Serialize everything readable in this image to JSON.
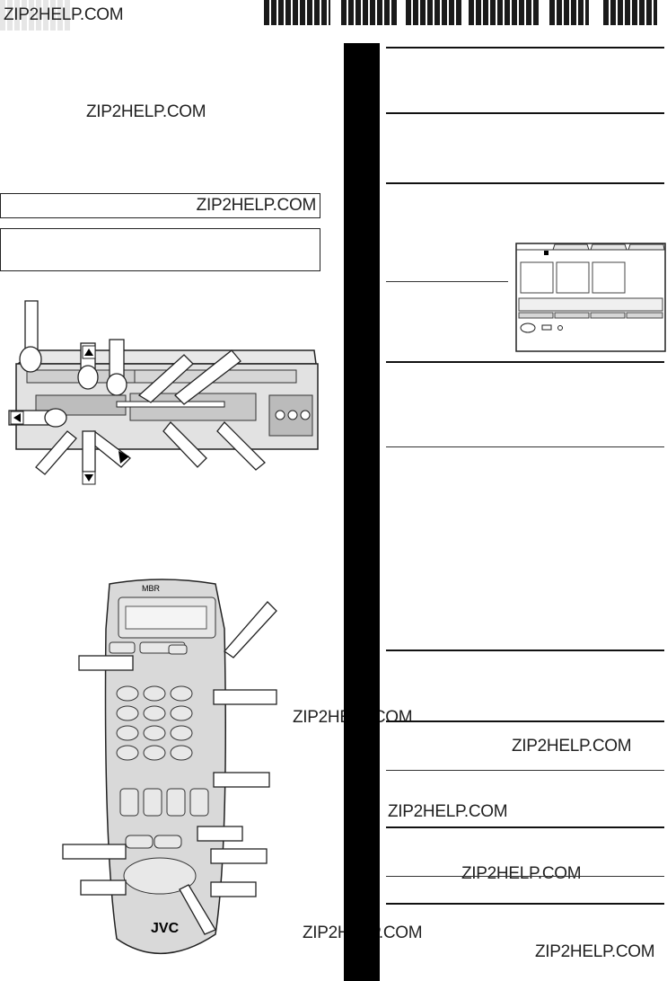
{
  "watermark": "ZIP2HELP.COM",
  "remote": {
    "model_label": "MBR",
    "brand": "JVC"
  },
  "colors": {
    "band": "#000000",
    "remote_body": "#d9d9d9",
    "topbar": "#1a1a1a"
  }
}
